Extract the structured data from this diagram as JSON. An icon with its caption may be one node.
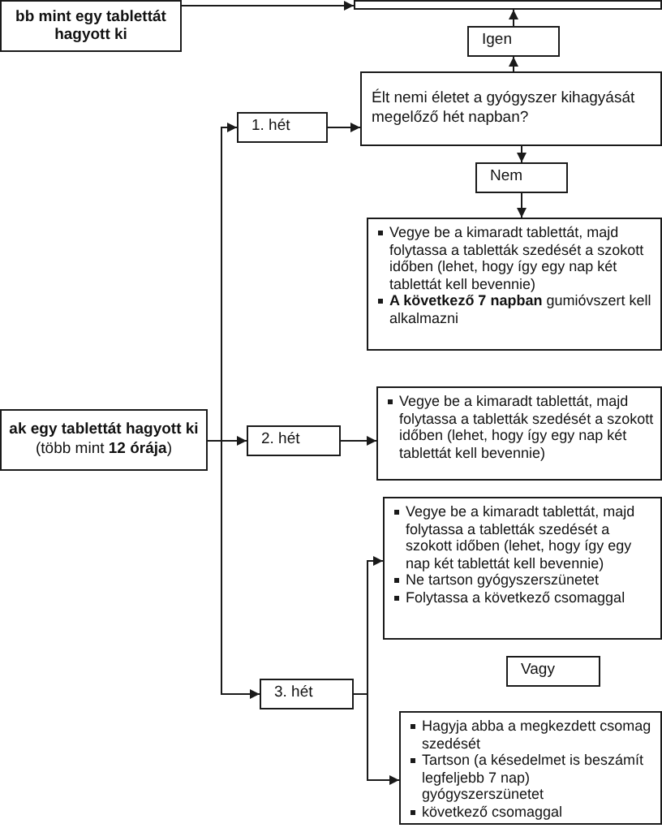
{
  "diagram": {
    "nodes": [
      {
        "text": [
          "bb mint egy tablettát hagyott ki"
        ]
      },
      {
        "text": [],
        "shape": "box"
      },
      {
        "text": [
          "Igen"
        ]
      },
      {
        "text": [
          "1. hét"
        ]
      },
      {
        "text": [
          "Élt nemi életet a gyógyszer kihagyását megelőző hét napban?"
        ]
      },
      {
        "text": [
          "Nem"
        ]
      },
      {
        "text": [
          "Vegye be a kimaradt tablettát, majd folytassa a tabletták szedését a szokott időben (lehet, hogy így egy nap két tablettát kell bevennie)",
          "**A következő 7 napban** gumióvszert kell alkalmazni"
        ]
      },
      {
        "text": [
          "**ak egy tablettát hagyott ki** (több mint **12 órája**)"
        ]
      },
      {
        "text": [
          "2. hét"
        ]
      },
      {
        "text": [
          "Vegye be a kimaradt tablettát, majd folytassa a tabletták szedését a szokott időben (lehet, hogy így egy nap két tablettát kell bevennie)"
        ]
      },
      {
        "text": [
          "Vegye be a kimaradt tablettát, majd folytassa a tabletták szedését a szokott időben (lehet, hogy így egy nap két tablettát kell bevennie)",
          "Ne tartson gyógyszerszünetet",
          "Folytassa a következő csomaggal"
        ]
      },
      {
        "text": [
          "Vagy"
        ]
      },
      {
        "text": [
          "3. hét"
        ]
      },
      {
        "text": [
          "Hagyja abba a megkezdett csomag szedését",
          "Tartson (a késedelmet is beszámít legfeljebb 7 nap) gyógyszerszünetet",
          "következő csomaggal"
        ]
      }
    ],
    "edges": [
      {
        "from": 0,
        "to": 1,
        "arrow": "to"
      },
      {
        "from": 4,
        "to": 2,
        "arrow": "to"
      },
      {
        "from": 2,
        "to": 1,
        "arrow": "to"
      },
      {
        "from": 7,
        "to": 3,
        "arrow": "to"
      },
      {
        "from": 3,
        "to": 4,
        "arrow": "to"
      },
      {
        "from": 4,
        "to": 5,
        "arrow": "to"
      },
      {
        "from": 5,
        "to": 6,
        "arrow": "to"
      },
      {
        "from": 7,
        "to": 8,
        "arrow": "to"
      },
      {
        "from": 8,
        "to": 9,
        "arrow": "to"
      },
      {
        "from": 7,
        "to": 12,
        "arrow": "to"
      },
      {
        "from": 12,
        "to": 10,
        "arrow": "to"
      },
      {
        "from": 12,
        "to": 13,
        "arrow": "to"
      }
    ]
  }
}
